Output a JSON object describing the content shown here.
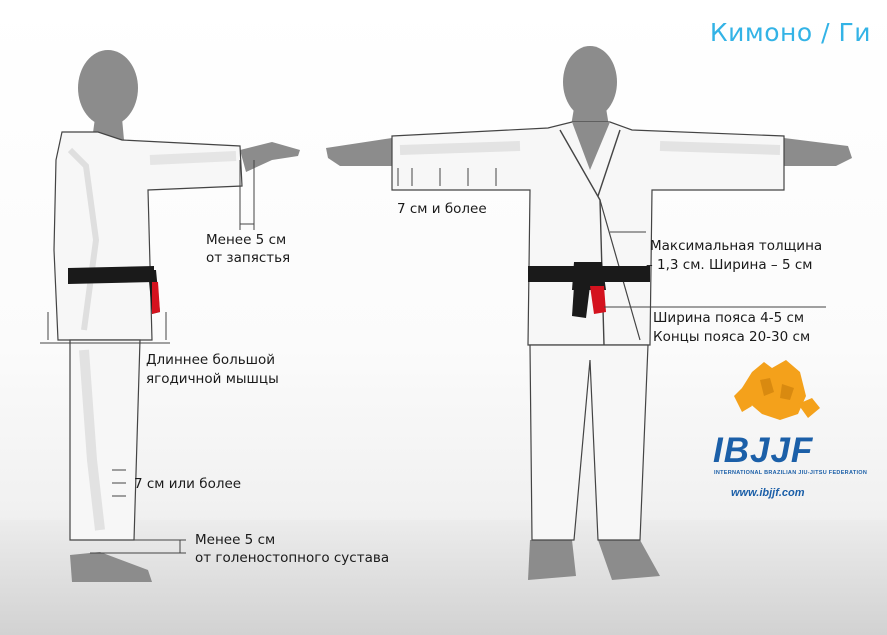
{
  "title": "Кимоно / Ги",
  "labels": {
    "sleeve_wrist_line1": "Менее 5 см",
    "sleeve_wrist_line2": "от запястья",
    "sleeve_width": "7 см и более",
    "lapel_line1": "Максимальная толщина",
    "lapel_line2": "– 1,3 см. Ширина – 5 см",
    "belt_line1": "Ширина пояса 4-5 см",
    "belt_line2": "Концы пояса 20-30 см",
    "jacket_length_line1": "Длиннее большой",
    "jacket_length_line2": "ягодичной мышцы",
    "pants_width": "7 см или более",
    "pants_ankle_line1": "Менее 5 см",
    "pants_ankle_line2": "от голеностопного сустава"
  },
  "logo": {
    "name": "IBJJF",
    "subtitle": "INTERNATIONAL BRAZILIAN JIU-JITSU FEDERATION",
    "url": "www.ibjjf.com"
  },
  "colors": {
    "title": "#33b3e6",
    "body": "#8a8a8a",
    "gi": "#f7f7f7",
    "belt": "#1a1a1a",
    "belt_tip": "#d4121e",
    "logo_blue": "#1b5fa8",
    "logo_orange": "#f4a11b"
  }
}
